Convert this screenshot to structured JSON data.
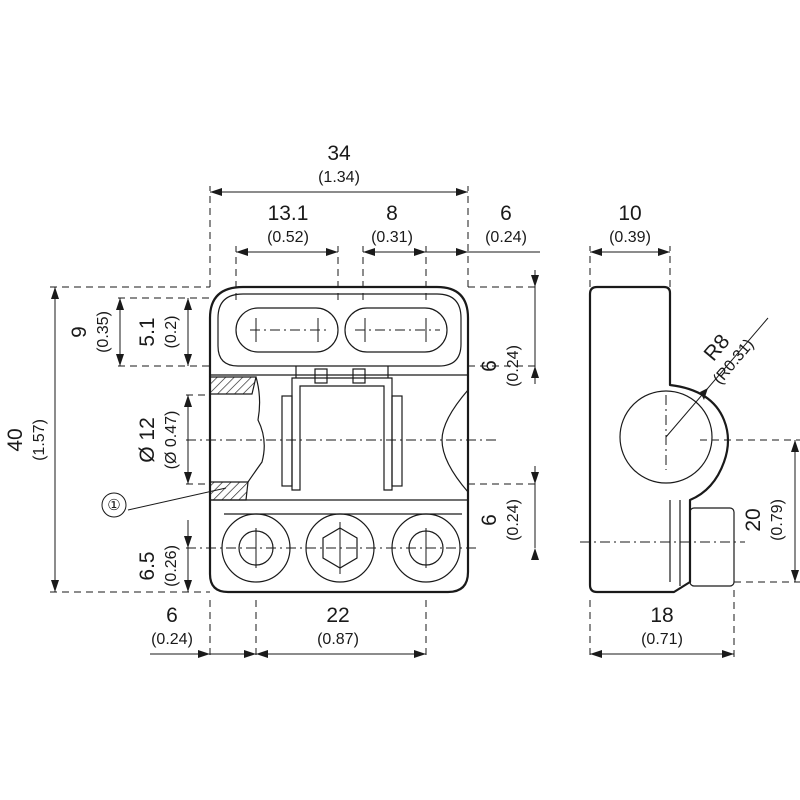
{
  "dimensions": {
    "overall_width": {
      "value": "34",
      "inch": "(1.34)"
    },
    "slot_left": {
      "value": "13.1",
      "inch": "(0.52)"
    },
    "slot_mid": {
      "value": "8",
      "inch": "(0.31)"
    },
    "slot_right": {
      "value": "6",
      "inch": "(0.24)"
    },
    "side_width": {
      "value": "10",
      "inch": "(0.39)"
    },
    "overall_height": {
      "value": "40",
      "inch": "(1.57)"
    },
    "slot_offset": {
      "value": "9",
      "inch": "(0.35)"
    },
    "slot_height": {
      "value": "5.1",
      "inch": "(0.2)"
    },
    "bore_diameter": {
      "value": "Ø 12",
      "inch": "(Ø 0.47)"
    },
    "bolt_height": {
      "value": "6.5",
      "inch": "(0.26)"
    },
    "right_upper": {
      "value": "6",
      "inch": "(0.24)"
    },
    "right_lower": {
      "value": "6",
      "inch": "(0.24)"
    },
    "radius": {
      "value": "R8",
      "inch": "(R0.31)"
    },
    "side_height": {
      "value": "20",
      "inch": "(0.79)"
    },
    "bottom_left": {
      "value": "6",
      "inch": "(0.24)"
    },
    "bottom_mid": {
      "value": "22",
      "inch": "(0.87)"
    },
    "side_bottom": {
      "value": "18",
      "inch": "(0.71)"
    }
  },
  "callout": {
    "marker": "①"
  }
}
